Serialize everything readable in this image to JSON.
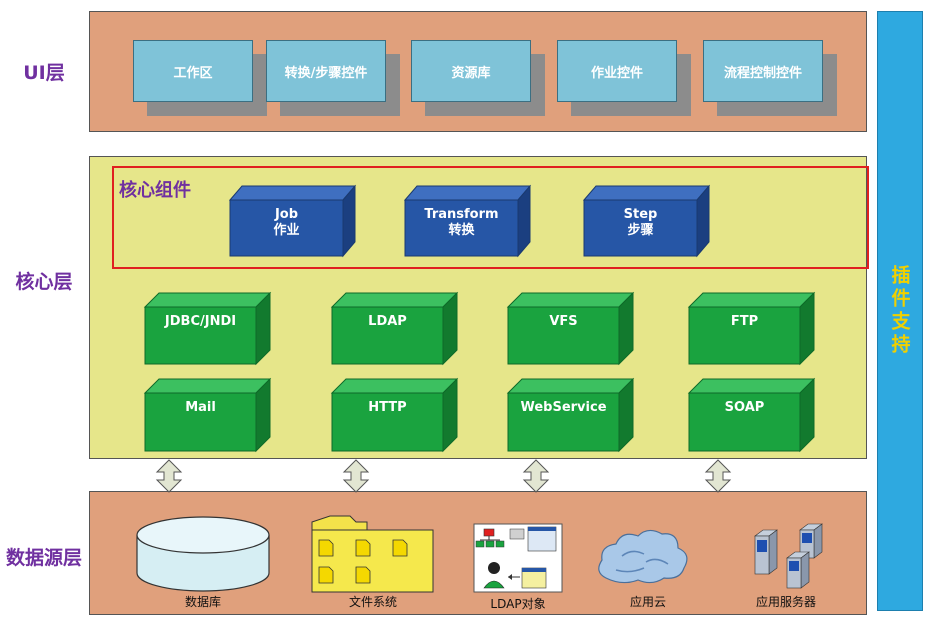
{
  "layers": {
    "ui": "UI层",
    "core": "核心层",
    "data": "数据源层"
  },
  "plugin": "插件支持",
  "ui_items": [
    "工作区",
    "转换/步骤控件",
    "资源库",
    "作业控件",
    "流程控制控件"
  ],
  "core_title": "核心组件",
  "core_components": [
    {
      "line1": "Job",
      "line2": "作业"
    },
    {
      "line1": "Transform",
      "line2": "转换"
    },
    {
      "line1": "Step",
      "line2": "步骤"
    }
  ],
  "connectors_row1": [
    "JDBC/JNDI",
    "LDAP",
    "VFS",
    "FTP"
  ],
  "connectors_row2": [
    "Mail",
    "HTTP",
    "WebService",
    "SOAP"
  ],
  "data_sources": [
    "数据库",
    "文件系统",
    "LDAP对象",
    "应用云",
    "应用服务器"
  ],
  "colors": {
    "blue_cube": "#2656a6",
    "green_cube": "#1aa33f",
    "layer_label": "#7030a0",
    "frame": "#e02020"
  }
}
